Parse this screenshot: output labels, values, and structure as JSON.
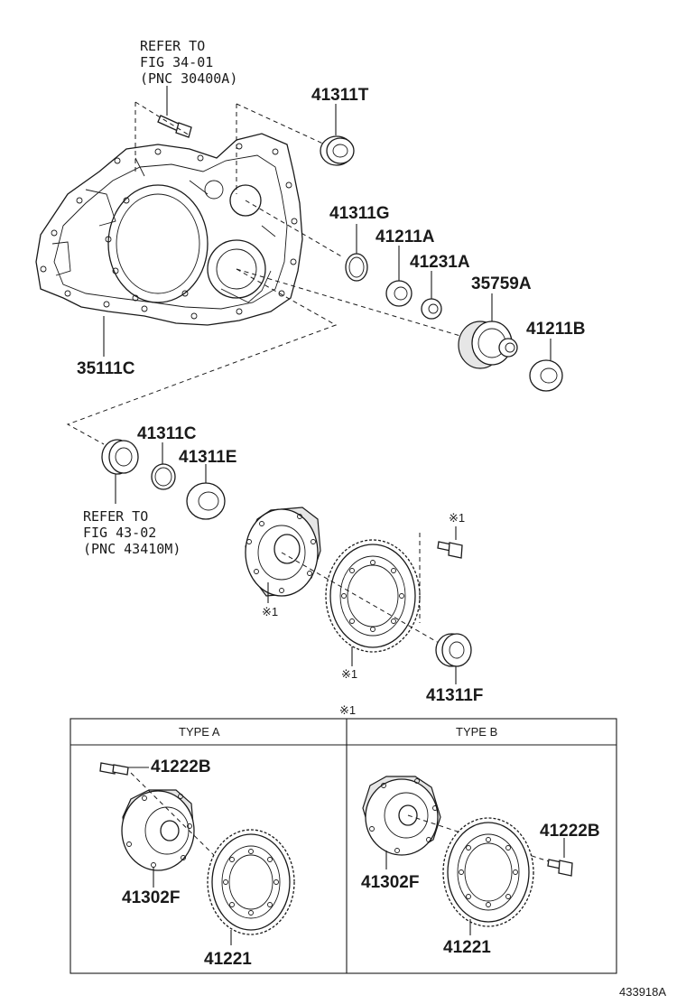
{
  "refs": {
    "ref1": {
      "line1": "REFER TO",
      "line2": "FIG 34-01",
      "line3": "(PNC 30400A)"
    },
    "ref2": {
      "line1": "REFER TO",
      "line2": "FIG 43-02",
      "line3": "(PNC 43410M)"
    }
  },
  "parts": {
    "p41311T": "41311T",
    "p41311G": "41311G",
    "p41211A": "41211A",
    "p41231A": "41231A",
    "p35759A": "35759A",
    "p41211B": "41211B",
    "p35111C": "35111C",
    "p41311C": "41311C",
    "p41311E": "41311E",
    "p41311F": "41311F"
  },
  "notes": {
    "mark1": "※1",
    "mark2": "※1",
    "mark3": "※1",
    "mark4": "※1"
  },
  "table": {
    "typeA": {
      "header": "TYPE A",
      "bolt": "41222B",
      "case": "41302F",
      "gear": "41221"
    },
    "typeB": {
      "header": "TYPE B",
      "bolt": "41222B",
      "case": "41302F",
      "gear": "41221"
    }
  },
  "footer": {
    "code": "433918A"
  }
}
